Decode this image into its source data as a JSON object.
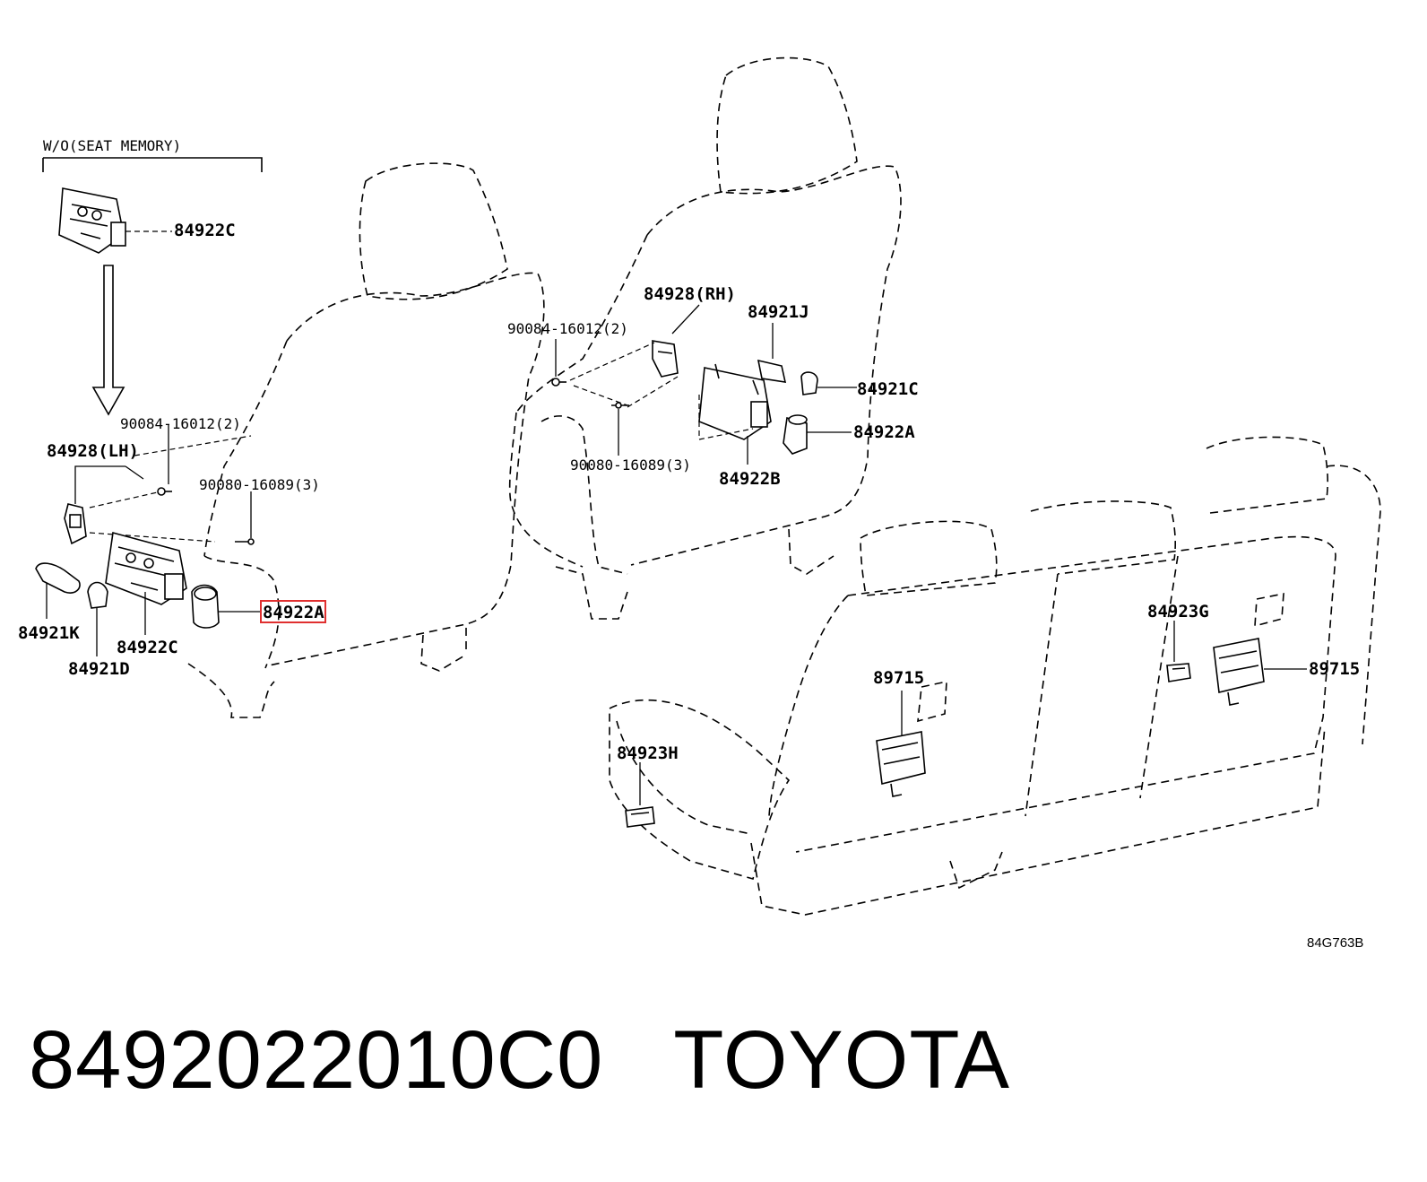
{
  "group_label": "W/O(SEAT MEMORY)",
  "labels": {
    "l_84922C_top": "84922C",
    "l_90084_left": "90084-16012(2)",
    "l_84928_lh": "84928(LH)",
    "l_90080_left": "90080-16089(3)",
    "l_84921K": "84921K",
    "l_84922C_bottom": "84922C",
    "l_84921D": "84921D",
    "l_84922A_left": "84922A",
    "l_90084_mid": "90084-16012(2)",
    "l_84928_rh": "84928(RH)",
    "l_84921J": "84921J",
    "l_84921C": "84921C",
    "l_84922A_right": "84922A",
    "l_90080_mid": "90080-16089(3)",
    "l_84922B": "84922B",
    "l_84923G": "84923G",
    "l_89715_right": "89715",
    "l_89715_left": "89715",
    "l_84923H": "84923H"
  },
  "highlighted_part": "84922A",
  "highlight_color": "#e03030",
  "diagram_ref": "84G763B",
  "footer": {
    "part_number": "8492022010C0",
    "brand": "TOYOTA"
  }
}
